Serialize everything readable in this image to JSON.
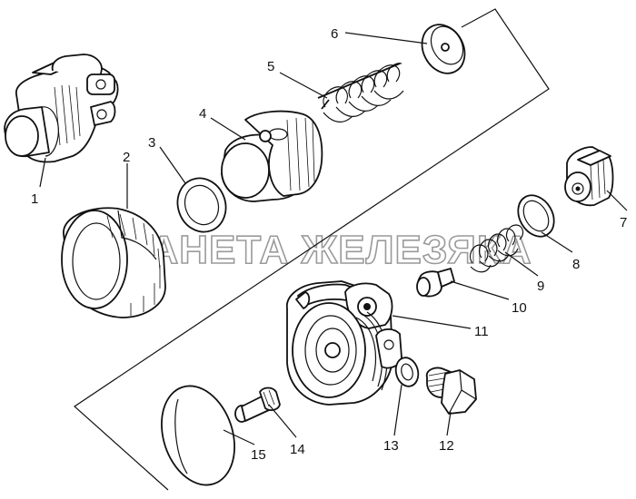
{
  "diagram": {
    "watermark": "ПЛАНЕТА ЖЕЛЕЗЯКА",
    "callouts": [
      {
        "id": "c1",
        "text": "1"
      },
      {
        "id": "c2",
        "text": "2"
      },
      {
        "id": "c3",
        "text": "3"
      },
      {
        "id": "c4",
        "text": "4"
      },
      {
        "id": "c5",
        "text": "5"
      },
      {
        "id": "c6",
        "text": "6"
      },
      {
        "id": "c7",
        "text": "7"
      },
      {
        "id": "c8",
        "text": "8"
      },
      {
        "id": "c9",
        "text": "9"
      },
      {
        "id": "c10",
        "text": "10"
      },
      {
        "id": "c11",
        "text": "11"
      },
      {
        "id": "c12",
        "text": "12"
      },
      {
        "id": "c13",
        "text": "13"
      },
      {
        "id": "c14",
        "text": "14"
      },
      {
        "id": "c15",
        "text": "15"
      }
    ]
  }
}
